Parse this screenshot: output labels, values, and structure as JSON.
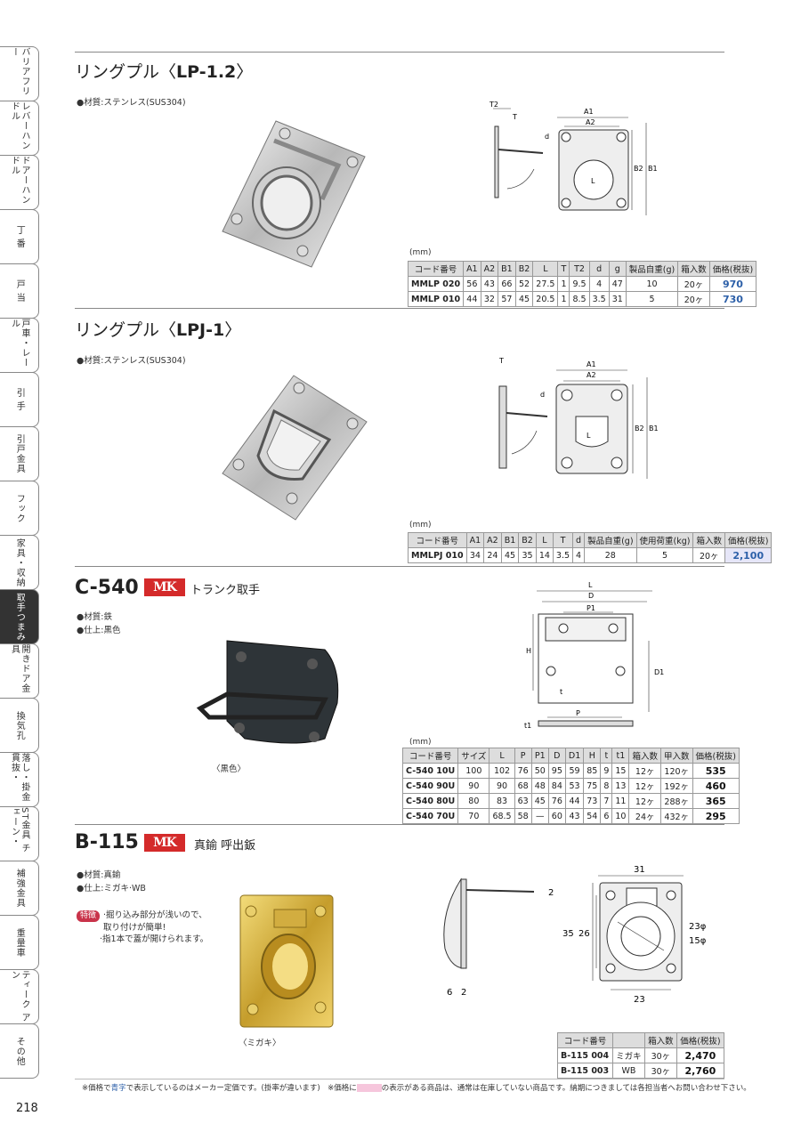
{
  "side_tabs": [
    {
      "label": "バリアフリー",
      "active": false,
      "h": 62
    },
    {
      "label": "レバーハンドル",
      "active": false,
      "h": 62
    },
    {
      "label": "ドアーハンドル",
      "active": false,
      "h": 62
    },
    {
      "label": "丁 番",
      "active": false,
      "h": 62
    },
    {
      "label": "戸 当",
      "active": false,
      "h": 62
    },
    {
      "label": "戸車・レール",
      "active": false,
      "h": 62
    },
    {
      "label": "引 手",
      "active": false,
      "h": 62
    },
    {
      "label": "引戸金具",
      "active": false,
      "h": 62
    },
    {
      "label": "フック",
      "active": false,
      "h": 62
    },
    {
      "label": "家具・収納",
      "active": false,
      "h": 62
    },
    {
      "label": "取手つまみ",
      "active": true,
      "h": 62
    },
    {
      "label": "開きドア金具",
      "active": false,
      "h": 62
    },
    {
      "label": "換気孔",
      "active": false,
      "h": 62
    },
    {
      "label": "落し・掛金 貫抜・",
      "active": false,
      "h": 62
    },
    {
      "label": "ST金具 チェーン・",
      "active": false,
      "h": 62
    },
    {
      "label": "補強金具",
      "active": false,
      "h": 62
    },
    {
      "label": "重量車",
      "active": false,
      "h": 62
    },
    {
      "label": "ティーク アン",
      "active": false,
      "h": 62
    },
    {
      "label": "その他",
      "active": false,
      "h": 62
    }
  ],
  "page_number": "218",
  "sec1": {
    "title_prefix": "リングプル〈",
    "title_model": "LP-1.2",
    "title_suffix": "〉",
    "material": "●材質:ステンレス(SUS304)",
    "unit": "(mm)",
    "headers": [
      "コード番号",
      "A1",
      "A2",
      "B1",
      "B2",
      "L",
      "T",
      "T2",
      "d",
      "g",
      "製品自重(g)",
      "箱入数",
      "価格(税抜)"
    ],
    "rows": [
      [
        "MMLP 020",
        "56",
        "43",
        "66",
        "52",
        "27.5",
        "1",
        "9.5",
        "4",
        "47",
        "10",
        "20ヶ",
        "970"
      ],
      [
        "MMLP 010",
        "44",
        "32",
        "57",
        "45",
        "20.5",
        "1",
        "8.5",
        "3.5",
        "31",
        "5",
        "20ヶ",
        "730"
      ]
    ],
    "dim": {
      "t2": "T2",
      "t": "T",
      "a1": "A1",
      "a2": "A2",
      "d": "d",
      "b2": "B2",
      "b1": "B1",
      "l": "L"
    }
  },
  "sec2": {
    "title_prefix": "リングプル〈",
    "title_model": "LPJ-1",
    "title_suffix": "〉",
    "material": "●材質:ステンレス(SUS304)",
    "unit": "(mm)",
    "headers": [
      "コード番号",
      "A1",
      "A2",
      "B1",
      "B2",
      "L",
      "T",
      "d",
      "製品自重(g)",
      "使用荷重(kg)",
      "箱入数",
      "価格(税抜)"
    ],
    "rows": [
      [
        "MMLPJ 010",
        "34",
        "24",
        "45",
        "35",
        "14",
        "3.5",
        "4",
        "28",
        "5",
        "20ヶ",
        "2,100"
      ]
    ],
    "dim": {
      "t": "T",
      "a1": "A1",
      "a2": "A2",
      "d": "d",
      "b2": "B2",
      "b1": "B1",
      "l": "L"
    }
  },
  "sec3": {
    "model": "C-540",
    "brand": "MK",
    "subtitle": "トランク取手",
    "material": "●材質:鉄",
    "finish": "●仕上:黒色",
    "caption": "〈黒色〉",
    "unit": "(mm)",
    "headers": [
      "コード番号",
      "サイズ",
      "L",
      "P",
      "P1",
      "D",
      "D1",
      "H",
      "t",
      "t1",
      "箱入数",
      "甲入数",
      "価格(税抜)"
    ],
    "rows": [
      [
        "C-540 10U",
        "100",
        "102",
        "76",
        "50",
        "95",
        "59",
        "85",
        "9",
        "15",
        "12ヶ",
        "120ヶ",
        "535"
      ],
      [
        "C-540 90U",
        "90",
        "90",
        "68",
        "48",
        "84",
        "53",
        "75",
        "8",
        "13",
        "12ヶ",
        "192ヶ",
        "460"
      ],
      [
        "C-540 80U",
        "80",
        "83",
        "63",
        "45",
        "76",
        "44",
        "73",
        "7",
        "11",
        "12ヶ",
        "288ヶ",
        "365"
      ],
      [
        "C-540 70U",
        "70",
        "68.5",
        "58",
        "—",
        "60",
        "43",
        "54",
        "6",
        "10",
        "24ヶ",
        "432ヶ",
        "295"
      ]
    ],
    "dim": {
      "l": "L",
      "d": "D",
      "p1": "P1",
      "h": "H",
      "d1": "D1",
      "t": "t",
      "p": "P",
      "t1": "t1"
    }
  },
  "sec4": {
    "model": "B-115",
    "brand": "MK",
    "subtitle": "真鍮 呼出鈑",
    "material": "●材質:真鍮",
    "finish": "●仕上:ミガキ·WB",
    "badge": "特徴",
    "feature1": "·掘り込み部分が浅いので、",
    "feature2": "取り付けが簡単!",
    "feature3": "·指1本で蓋が開けられます。",
    "caption": "〈ミガキ〉",
    "headers": [
      "コード番号",
      "",
      "箱入数",
      "価格(税抜)"
    ],
    "rows": [
      [
        "B-115 004",
        "ミガキ",
        "30ヶ",
        "2,470"
      ],
      [
        "B-115 003",
        "WB",
        "30ヶ",
        "2,760"
      ]
    ],
    "dim": {
      "w31": "31",
      "h35": "35",
      "h26": "26",
      "r23": "23φ",
      "r15": "15φ",
      "w23": "23",
      "t2": "2",
      "b6": "6",
      "b2": "2"
    }
  },
  "footer": {
    "p1": "※価格で",
    "blue": "青字",
    "p2": "で表示しているのはメーカー定価です。(掛率が違います)　※価格に",
    "p3": "の表示がある商品は、通常は在庫していない商品です。納期につきましては各担当者へお問い合わせ下さい。"
  },
  "colors": {
    "price_blue": "#2c5fa8",
    "brand_red": "#d42a2a",
    "highlight": "#e6e6f8",
    "badge": "#c9334a"
  }
}
